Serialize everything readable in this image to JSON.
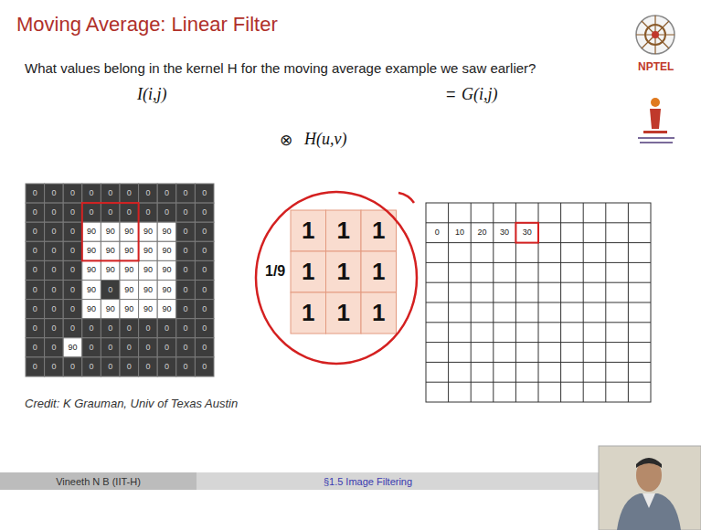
{
  "diagram": {
    "title": "Moving Average: Linear Filter",
    "nodes": [
      {
        "text": [
          "Vineeth N B (IIT-H)"
        ]
      },
      {
        "text": [
          "§1.5 Image Filtering"
        ]
      }
    ],
    "labels": [
      "What values belong in the kernel H for the moving average example we saw earlier?",
      "I(i,j)",
      "⊗",
      "H(u,v)",
      "=",
      "G(i,j)",
      "0",
      "0",
      "0",
      "0",
      "0",
      "0",
      "0",
      "0",
      "0",
      "0",
      "0",
      "0",
      "0",
      "0",
      "0",
      "0",
      "0",
      "0",
      "0",
      "0",
      "0",
      "0",
      "0",
      "90",
      "90",
      "90",
      "90",
      "90",
      "0",
      "0",
      "0",
      "0",
      "0",
      "90",
      "90",
      "90",
      "90",
      "90",
      "0",
      "0",
      "0",
      "0",
      "0",
      "90",
      "90",
      "90",
      "90",
      "90",
      "0",
      "0",
      "0",
      "0",
      "0",
      "90",
      "0",
      "90",
      "90",
      "90",
      "0",
      "0",
      "0",
      "0",
      "0",
      "90",
      "90",
      "90",
      "90",
      "90",
      "0",
      "0",
      "0",
      "0",
      "0",
      "0",
      "0",
      "0",
      "0",
      "0",
      "0",
      "0",
      "0",
      "0",
      "90",
      "0",
      "0",
      "0",
      "0",
      "0",
      "0",
      "0",
      "0",
      "0",
      "0",
      "0",
      "0",
      "0",
      "0",
      "0",
      "0",
      "0",
      "1/9",
      "1",
      "1",
      "1",
      "1",
      "1",
      "1",
      "1",
      "1",
      "1",
      "0",
      "10",
      "20",
      "30",
      "30",
      "Credit: K Grauman, Univ of Texas Austin",
      "NPTEL"
    ]
  }
}
